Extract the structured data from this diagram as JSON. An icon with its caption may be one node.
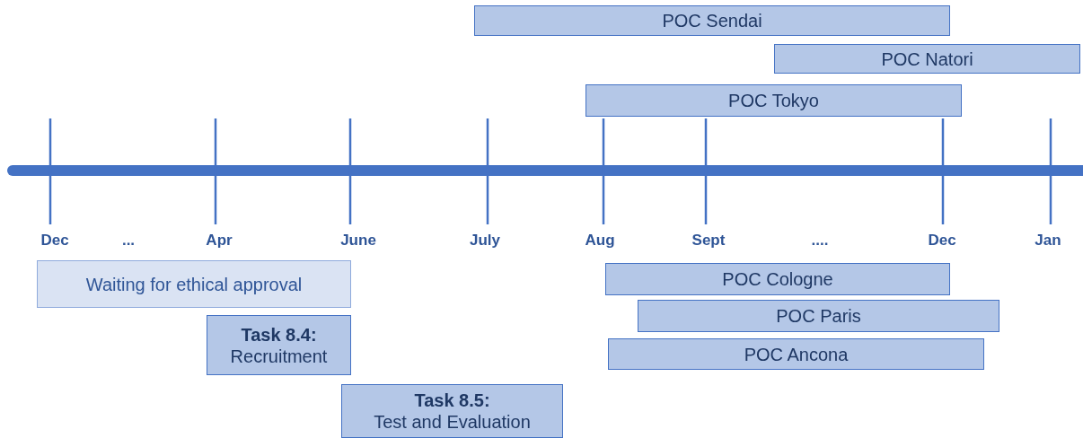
{
  "diagram": {
    "nodes": [
      {
        "text": [
          "POC Sendai"
        ]
      },
      {
        "text": [
          "POC Natori"
        ]
      },
      {
        "text": [
          "POC Tokyo"
        ]
      },
      {
        "text": [
          "Waiting for ethical approval"
        ]
      },
      {
        "text": [
          "POC Cologne"
        ]
      },
      {
        "text": [
          "POC Paris"
        ]
      },
      {
        "text": [
          "Task 8.4:",
          "Recruitment"
        ]
      },
      {
        "text": [
          "POC Ancona"
        ]
      },
      {
        "text": [
          "Task 8.5:",
          "Test and Evaluation"
        ]
      }
    ],
    "edges": [],
    "labels": [
      "Dec",
      "...",
      "Apr",
      "June",
      "July",
      "Aug",
      "Sept",
      "....",
      "Dec",
      "Jan"
    ]
  }
}
